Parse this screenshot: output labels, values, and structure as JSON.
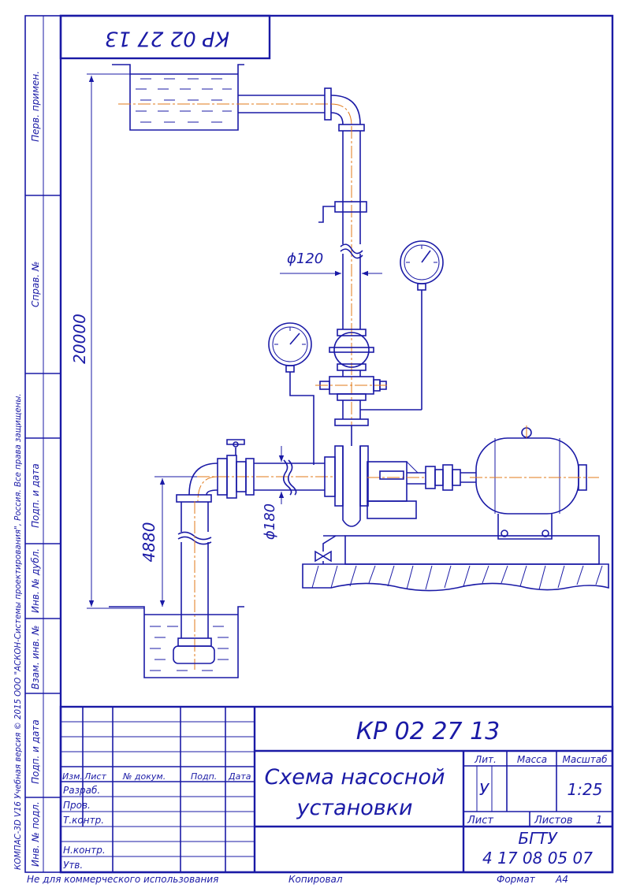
{
  "drawing": {
    "code_rotated": "КР 02 27 13",
    "dimensions": {
      "total_height": "20000",
      "suction_height": "4880",
      "discharge_diameter": "ϕ120",
      "suction_diameter": "ϕ180"
    }
  },
  "left_strip": {
    "perv_primen": "Перв. примен.",
    "sprav_no": "Справ. №",
    "podp_data_1": "Подп. и дата",
    "inv_dubl": "Инв. № дубл.",
    "vzam_inv": "Взам. инв. №",
    "podp_data_2": "Подп. и дата",
    "inv_podl": "Инв. № подл.",
    "copyright": "КОМПАС-3D V16 Учебная версия © 2015 ООО \"АСКОН-Системы проектирования\", Россия. Все права защищены."
  },
  "title_block": {
    "code": "КР 02 27 13",
    "title_line1": "Схема насосной",
    "title_line2": "установки",
    "col_headers": [
      "Изм.",
      "Лист",
      "№ докум.",
      "Подп.",
      "Дата"
    ],
    "roles": [
      "Разраб.",
      "Пров.",
      "Т.контр.",
      "Н.контр.",
      "Утв."
    ],
    "lit_label": "Лит.",
    "mass_label": "Масса",
    "scale_label": "Масштаб",
    "lit_value": "У",
    "scale_value": "1:25",
    "sheet_label": "Лист",
    "sheets_label": "Листов",
    "sheets_value": "1",
    "org_line1": "БГТУ",
    "org_line2": "4 17 08 05 07"
  },
  "footer": {
    "noncommercial": "Не для коммерческого использования",
    "copied": "Копировал",
    "format_label": "Формат",
    "format_value": "А4"
  },
  "colors": {
    "line": "#1a1aa6",
    "axis": "#e07a1a",
    "background": "#ffffff"
  }
}
